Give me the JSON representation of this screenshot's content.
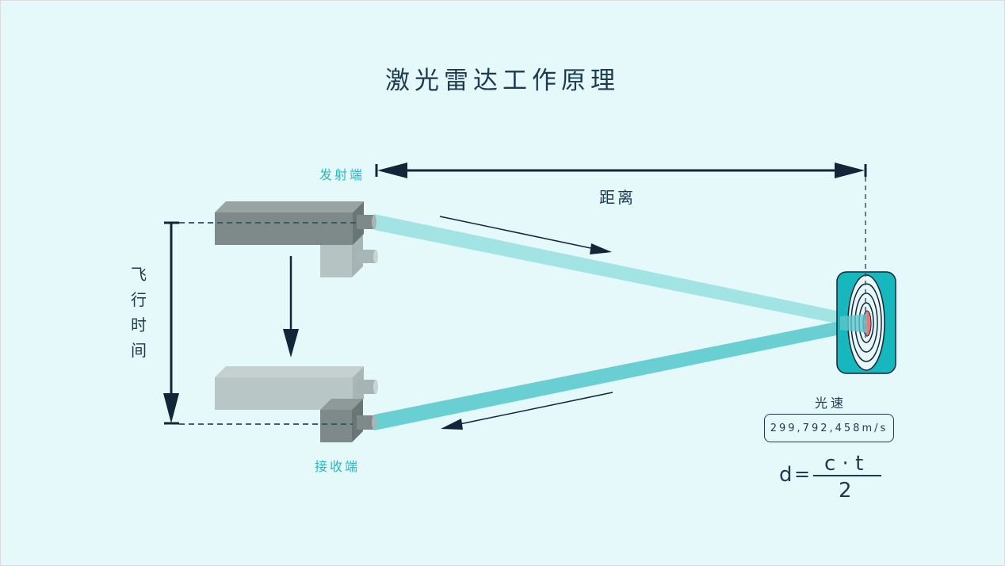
{
  "title": "激光雷达工作原理",
  "labels": {
    "transmitter": "发射端",
    "receiver": "接收端",
    "distance": "距离",
    "flight_time_chars": [
      "飞",
      "行",
      "时",
      "间"
    ],
    "speed_of_light_label": "光速",
    "speed_of_light_value": "299,792,458m/s"
  },
  "formula": {
    "lhs": "d",
    "equals": "=",
    "numerator": "c · t",
    "denominator": "2"
  },
  "colors": {
    "background": "#e5f9fb",
    "dark": "#12263a",
    "teal_label": "#29b8c2",
    "beam_out": "#a2e3e3",
    "beam_return": "#6acfd3",
    "target_bg": "#16b8be",
    "target_center": "#e8787a",
    "device_dark": "#7d8a89",
    "device_light": "#b5c4c3"
  }
}
